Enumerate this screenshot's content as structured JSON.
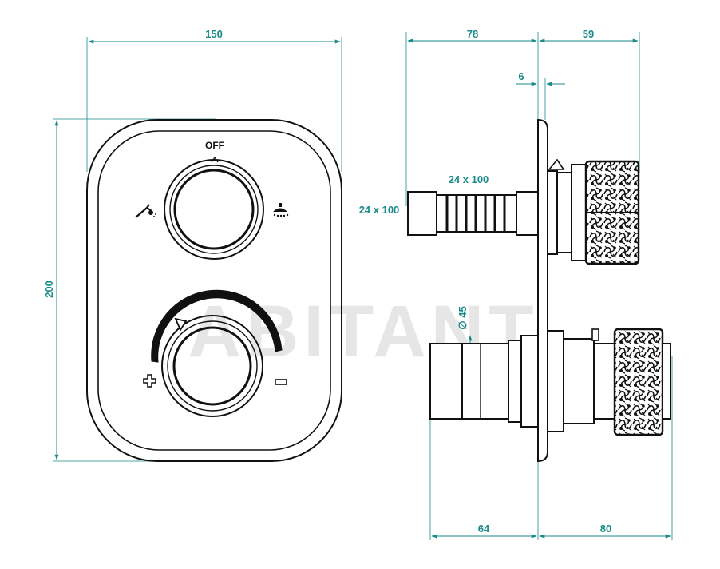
{
  "colors": {
    "dimension": "#1a8a8a",
    "outline": "#111111",
    "watermark": "#e6e6e6",
    "background": "#ffffff"
  },
  "watermark": "ABITANT",
  "front_view": {
    "width_dim": "150",
    "height_dim": "200",
    "off_label": "OFF",
    "icons": [
      "hand-shower-icon",
      "overhead-shower-icon",
      "plus-icon",
      "minus-icon"
    ]
  },
  "side_view": {
    "depth_dim": "78",
    "front_dim": "59",
    "plate_dim": "6",
    "pipe_label_upper": "24 x 100",
    "pipe_label_left": "24 x 100",
    "diameter_label": "∅ 45",
    "bottom_left_dim": "64",
    "bottom_right_dim": "80"
  }
}
